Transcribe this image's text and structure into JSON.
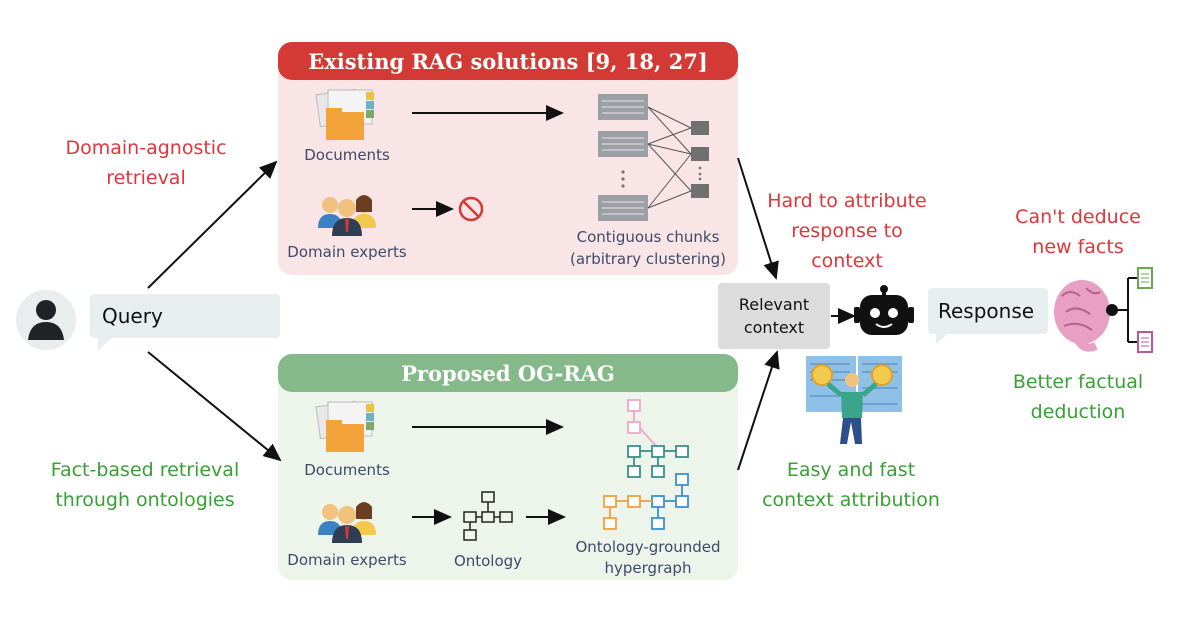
{
  "top_panel": {
    "title": "Existing RAG solutions [9, 18, 27]",
    "documents_label": "Documents",
    "experts_label": "Domain experts",
    "chunks_label_line1": "Contiguous chunks",
    "chunks_label_line2": "(arbitrary clustering)"
  },
  "bottom_panel": {
    "title": "Proposed OG-RAG",
    "documents_label": "Documents",
    "experts_label": "Domain experts",
    "ontology_label": "Ontology",
    "hypergraph_label_line1": "Ontology-grounded",
    "hypergraph_label_line2": "hypergraph"
  },
  "query_label": "Query",
  "domain_agnostic": [
    "Domain-agnostic",
    "retrieval"
  ],
  "fact_based": [
    "Fact-based retrieval",
    "through ontologies"
  ],
  "hard_to_attribute": [
    "Hard to attribute",
    "response to",
    "context"
  ],
  "easy_attribution": [
    "Easy and fast",
    "context attribution"
  ],
  "relevant_context": [
    "Relevant",
    "context"
  ],
  "response_label": "Response",
  "cant_deduce": [
    "Can't deduce",
    "new facts"
  ],
  "better_deduction": [
    "Better factual",
    "deduction"
  ],
  "colors": {
    "red_text": "#e0353b",
    "green_text": "#3aa035",
    "header_red": "#d33a36",
    "header_green": "#86b98a",
    "panel_red_bg": "#f9e5e5",
    "panel_green_bg": "#edf5ea"
  }
}
